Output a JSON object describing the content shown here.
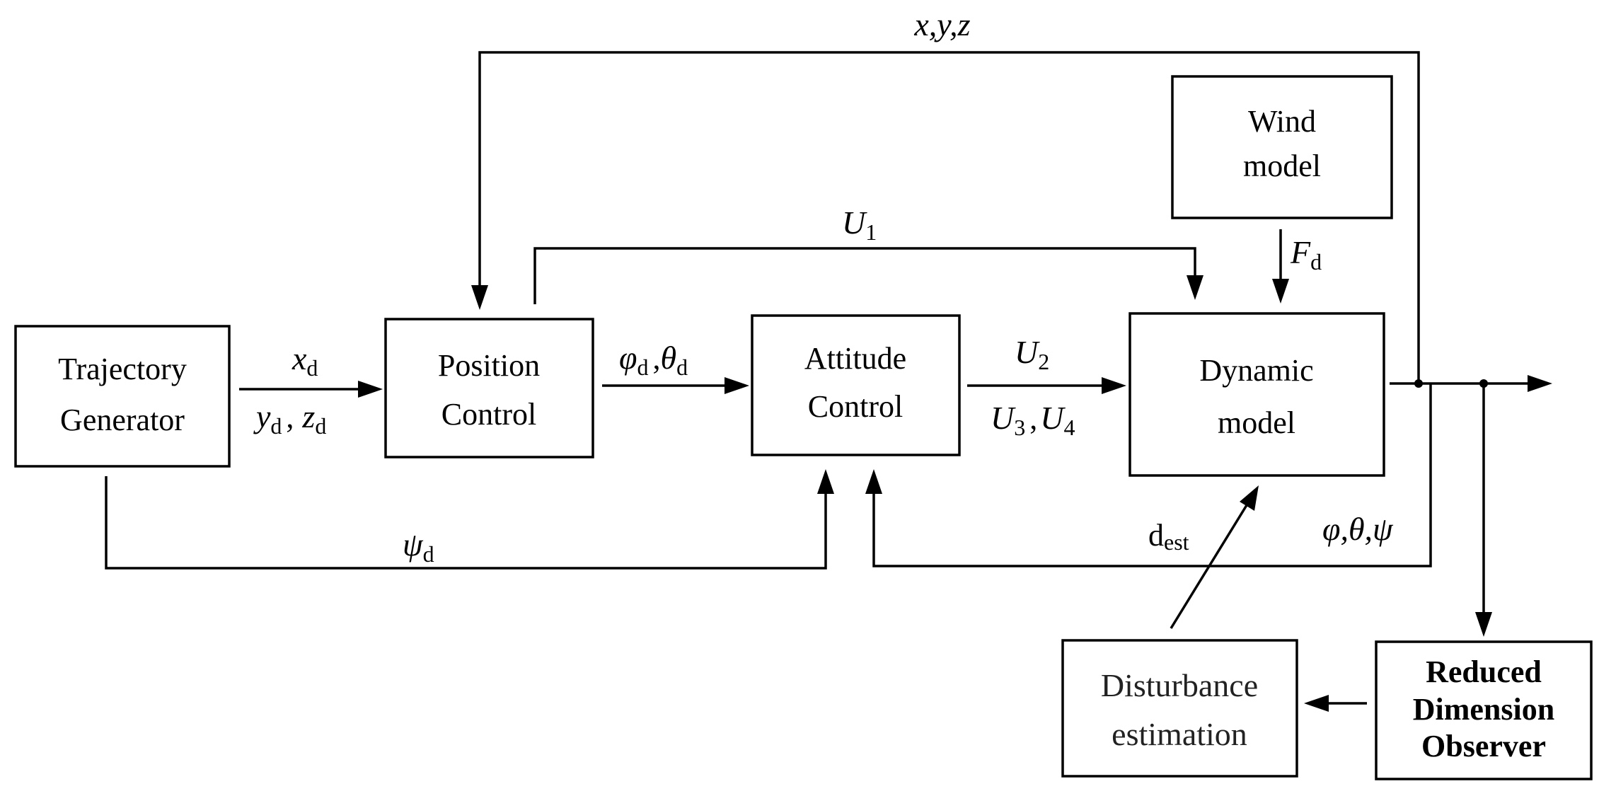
{
  "blocks": {
    "trajectory": [
      "Trajectory",
      "Generator"
    ],
    "position": [
      "Position",
      "Control"
    ],
    "attitude": [
      "Attitude",
      "Control"
    ],
    "dynamic": [
      "Dynamic",
      "model"
    ],
    "wind": [
      "Wind",
      "model"
    ],
    "disturbance": [
      "Disturbance",
      "estimation"
    ],
    "observer": [
      "Reduced",
      "Dimension",
      "Observer"
    ]
  },
  "signals": {
    "xyz": "x,y,z",
    "xd": {
      "base": "x",
      "sub": "d"
    },
    "yd": {
      "base": "y",
      "sub": "d"
    },
    "comma": ",",
    "zd": {
      "base": "z",
      "sub": "d"
    },
    "phid": {
      "base": "φ",
      "sub": "d"
    },
    "thetad": {
      "base": "θ",
      "sub": "d"
    },
    "u1": {
      "base": "U",
      "sub": "1"
    },
    "u2": {
      "base": "U",
      "sub": "2"
    },
    "u3": {
      "base": "U",
      "sub": "3"
    },
    "u4": {
      "base": "U",
      "sub": "4"
    },
    "fd": {
      "base": "F",
      "sub": "d"
    },
    "psid": {
      "base": "ψ",
      "sub": "d"
    },
    "dest": {
      "base": "d",
      "sub": "est"
    },
    "angles": "φ,θ,ψ"
  }
}
